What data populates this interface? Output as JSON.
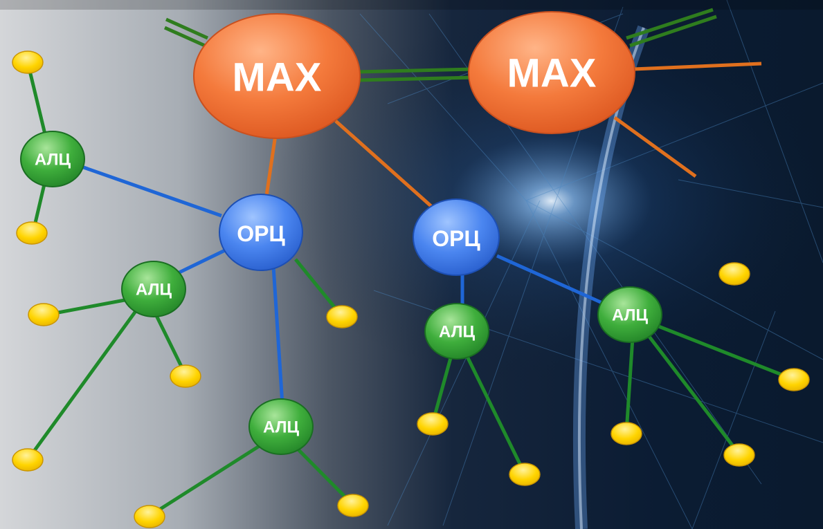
{
  "diagram": {
    "nodes": {
      "max_1": "MAX",
      "max_2": "MAX",
      "orc_1": "ОРЦ",
      "orc_2": "ОРЦ",
      "alc_1": "АЛЦ",
      "alc_2": "АЛЦ",
      "alc_3": "АЛЦ",
      "alc_4": "АЛЦ",
      "alc_5": "АЛЦ"
    },
    "colors": {
      "max": "#f26b2a",
      "orc": "#3a78e6",
      "alc": "#2e9a34",
      "endpoint": "#ffd200",
      "link_max_max": "#2f7d1e",
      "link_max_orc": "#e0701e",
      "link_orc_alc": "#1f66d6",
      "link_alc_endpoint": "#1f8a2a"
    }
  }
}
